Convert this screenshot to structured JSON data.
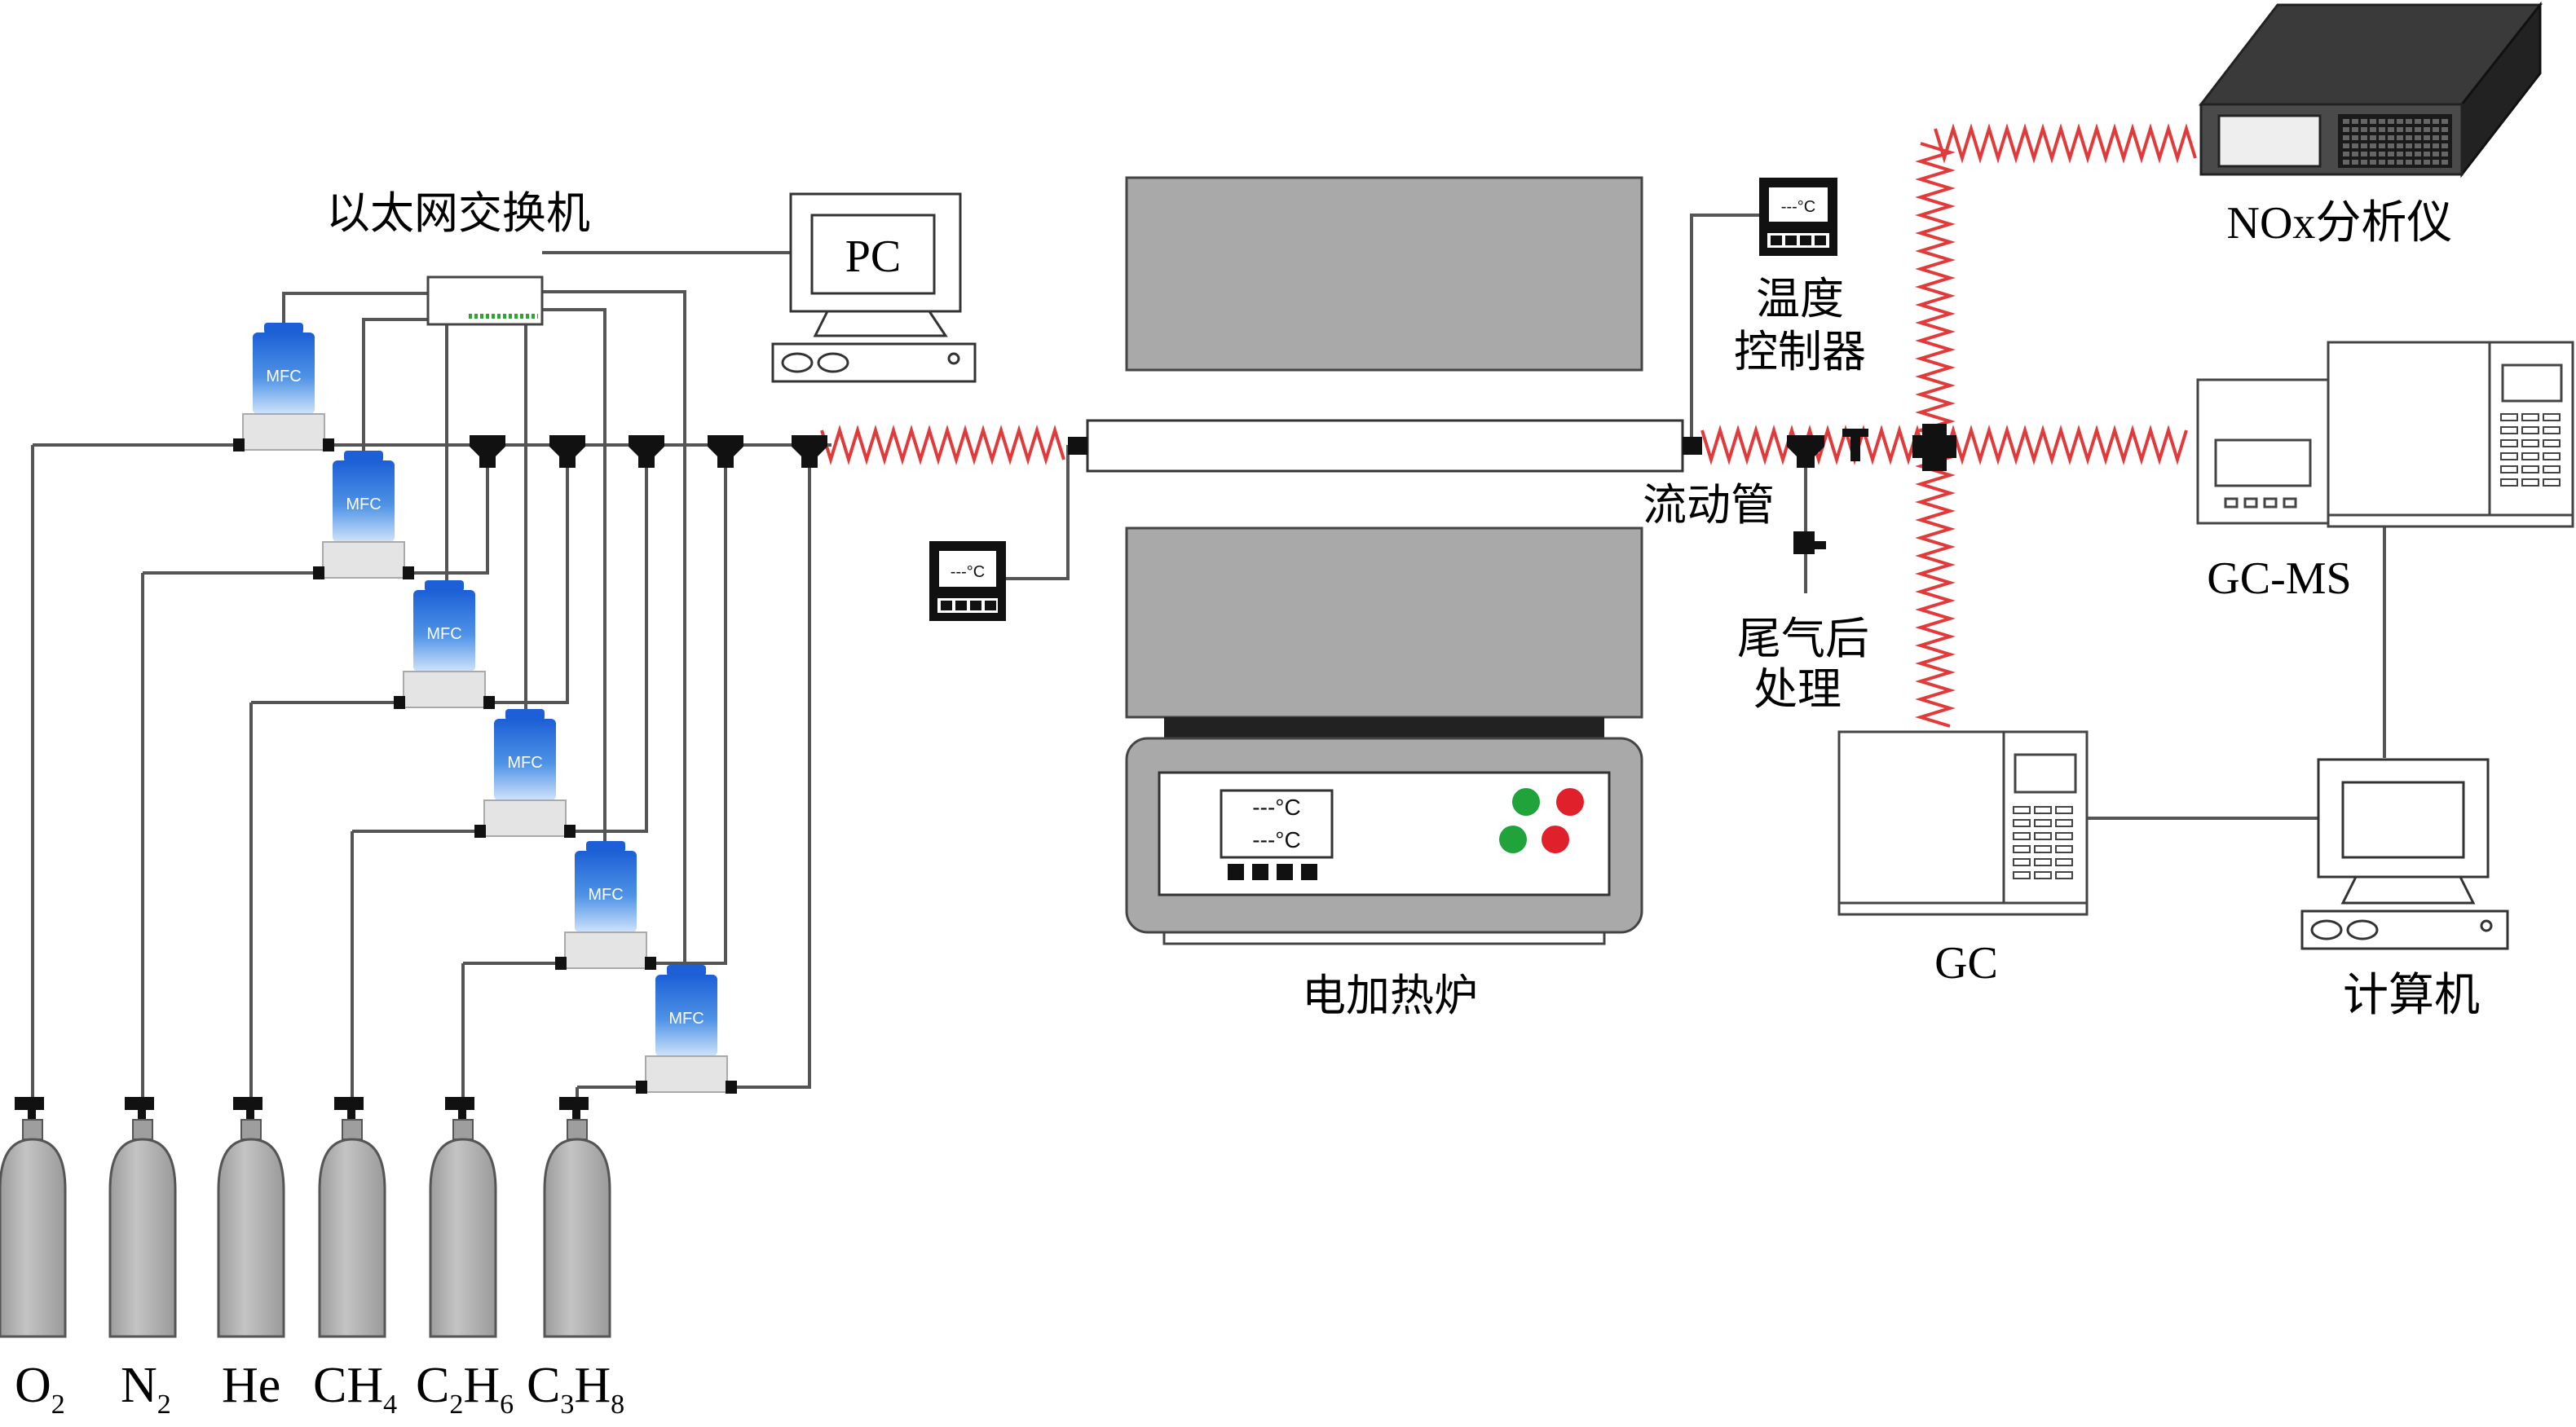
{
  "labels": {
    "ethernet_switch": "以太网交换机",
    "pc": "PC",
    "flow_tube": "流动管",
    "temp_controller_line1": "温度",
    "temp_controller_line2": "控制器",
    "exhaust_line1": "尾气后",
    "exhaust_line2": "处理",
    "furnace": "电加热炉",
    "nox_analyzer": "NOx分析仪",
    "gc_ms": "GC-MS",
    "gc": "GC",
    "computer": "计算机"
  },
  "mfc_label": "MFC",
  "controller_display": "---°C",
  "cylinders": [
    {
      "base": "O",
      "sub": "2"
    },
    {
      "base": "N",
      "sub": "2"
    },
    {
      "base": "He",
      "sub": ""
    },
    {
      "base": "CH",
      "sub": "4"
    },
    {
      "base": "C",
      "sub": "2",
      "base2": "H",
      "sub2": "6"
    },
    {
      "base": "C",
      "sub": "3",
      "base2": "H",
      "sub2": "8"
    }
  ],
  "colors": {
    "line": "#555555",
    "heated_line": "#e23a3a",
    "cylinder": "#b8b8b8",
    "mfc_blue": "#3b7fdc",
    "furnace_block": "#a9a9a9",
    "button_green": "#1fa33a",
    "button_red": "#e0212b"
  }
}
